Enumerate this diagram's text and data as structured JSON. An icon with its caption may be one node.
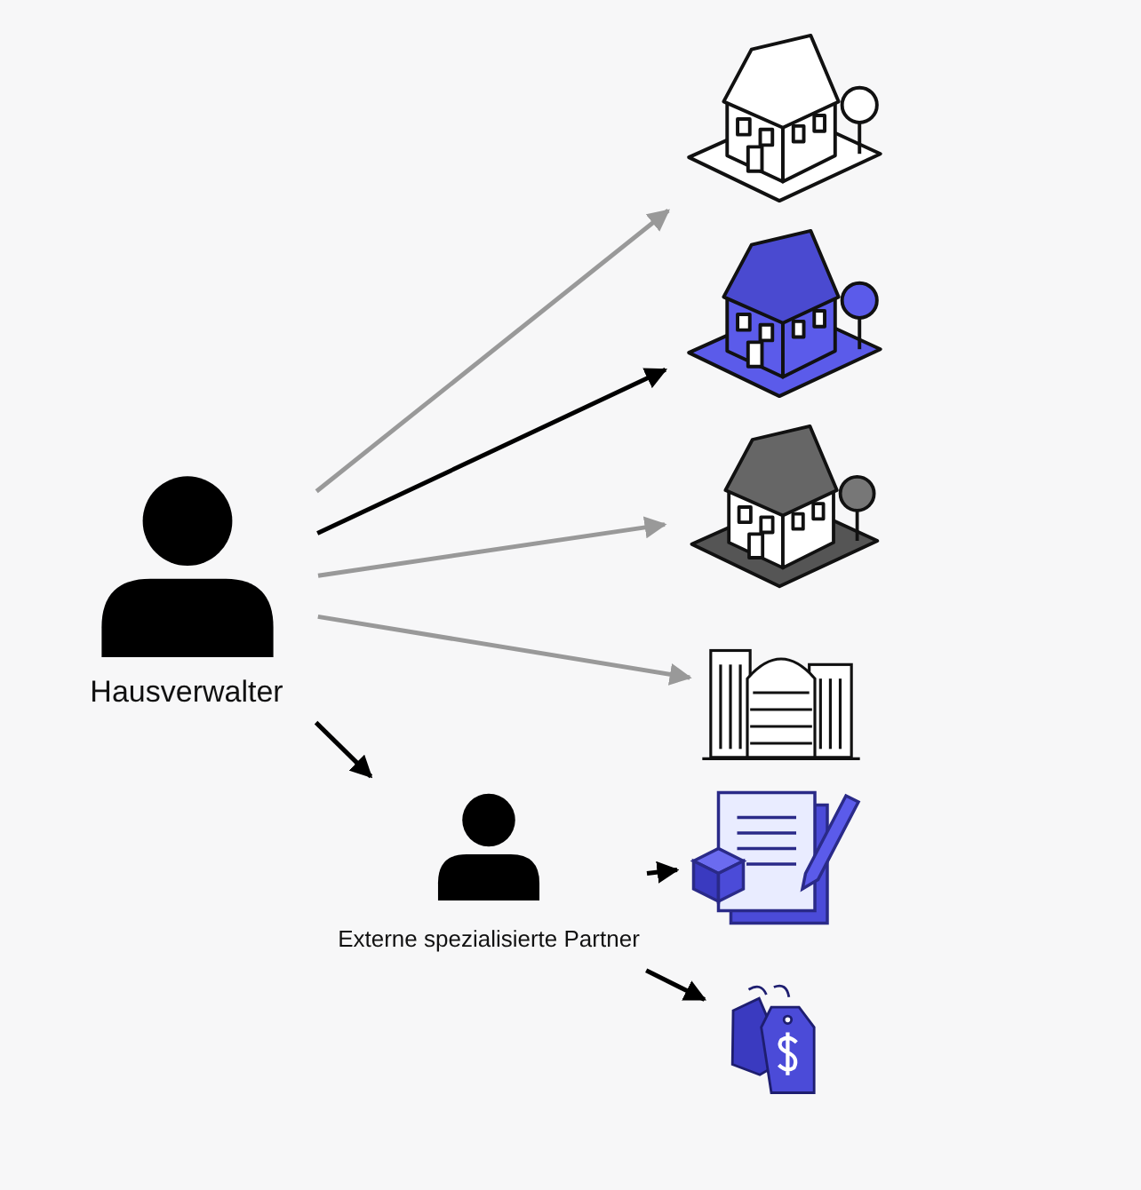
{
  "diagram": {
    "nodes": [
      {
        "text": [
          "Hausverwalter"
        ]
      },
      {
        "text": [],
        "shape": "house"
      },
      {
        "text": [],
        "shape": "house"
      },
      {
        "text": [],
        "shape": "house"
      },
      {
        "text": [],
        "shape": "building"
      },
      {
        "text": [
          "Externe spezialisierte Partner"
        ]
      },
      {
        "text": [],
        "shape": "document"
      },
      {
        "text": [],
        "shape": "tag"
      }
    ],
    "edges": [
      {
        "from": 0,
        "to": 1,
        "arrow": "to",
        "color": "#999999"
      },
      {
        "from": 0,
        "to": 2,
        "arrow": "to"
      },
      {
        "from": 0,
        "to": 3,
        "arrow": "to",
        "color": "#999999"
      },
      {
        "from": 0,
        "to": 4,
        "arrow": "to",
        "color": "#999999"
      },
      {
        "from": 0,
        "to": 5,
        "arrow": "to"
      },
      {
        "from": 5,
        "to": 6,
        "arrow": "to"
      },
      {
        "from": 5,
        "to": 7,
        "arrow": "to"
      }
    ]
  }
}
